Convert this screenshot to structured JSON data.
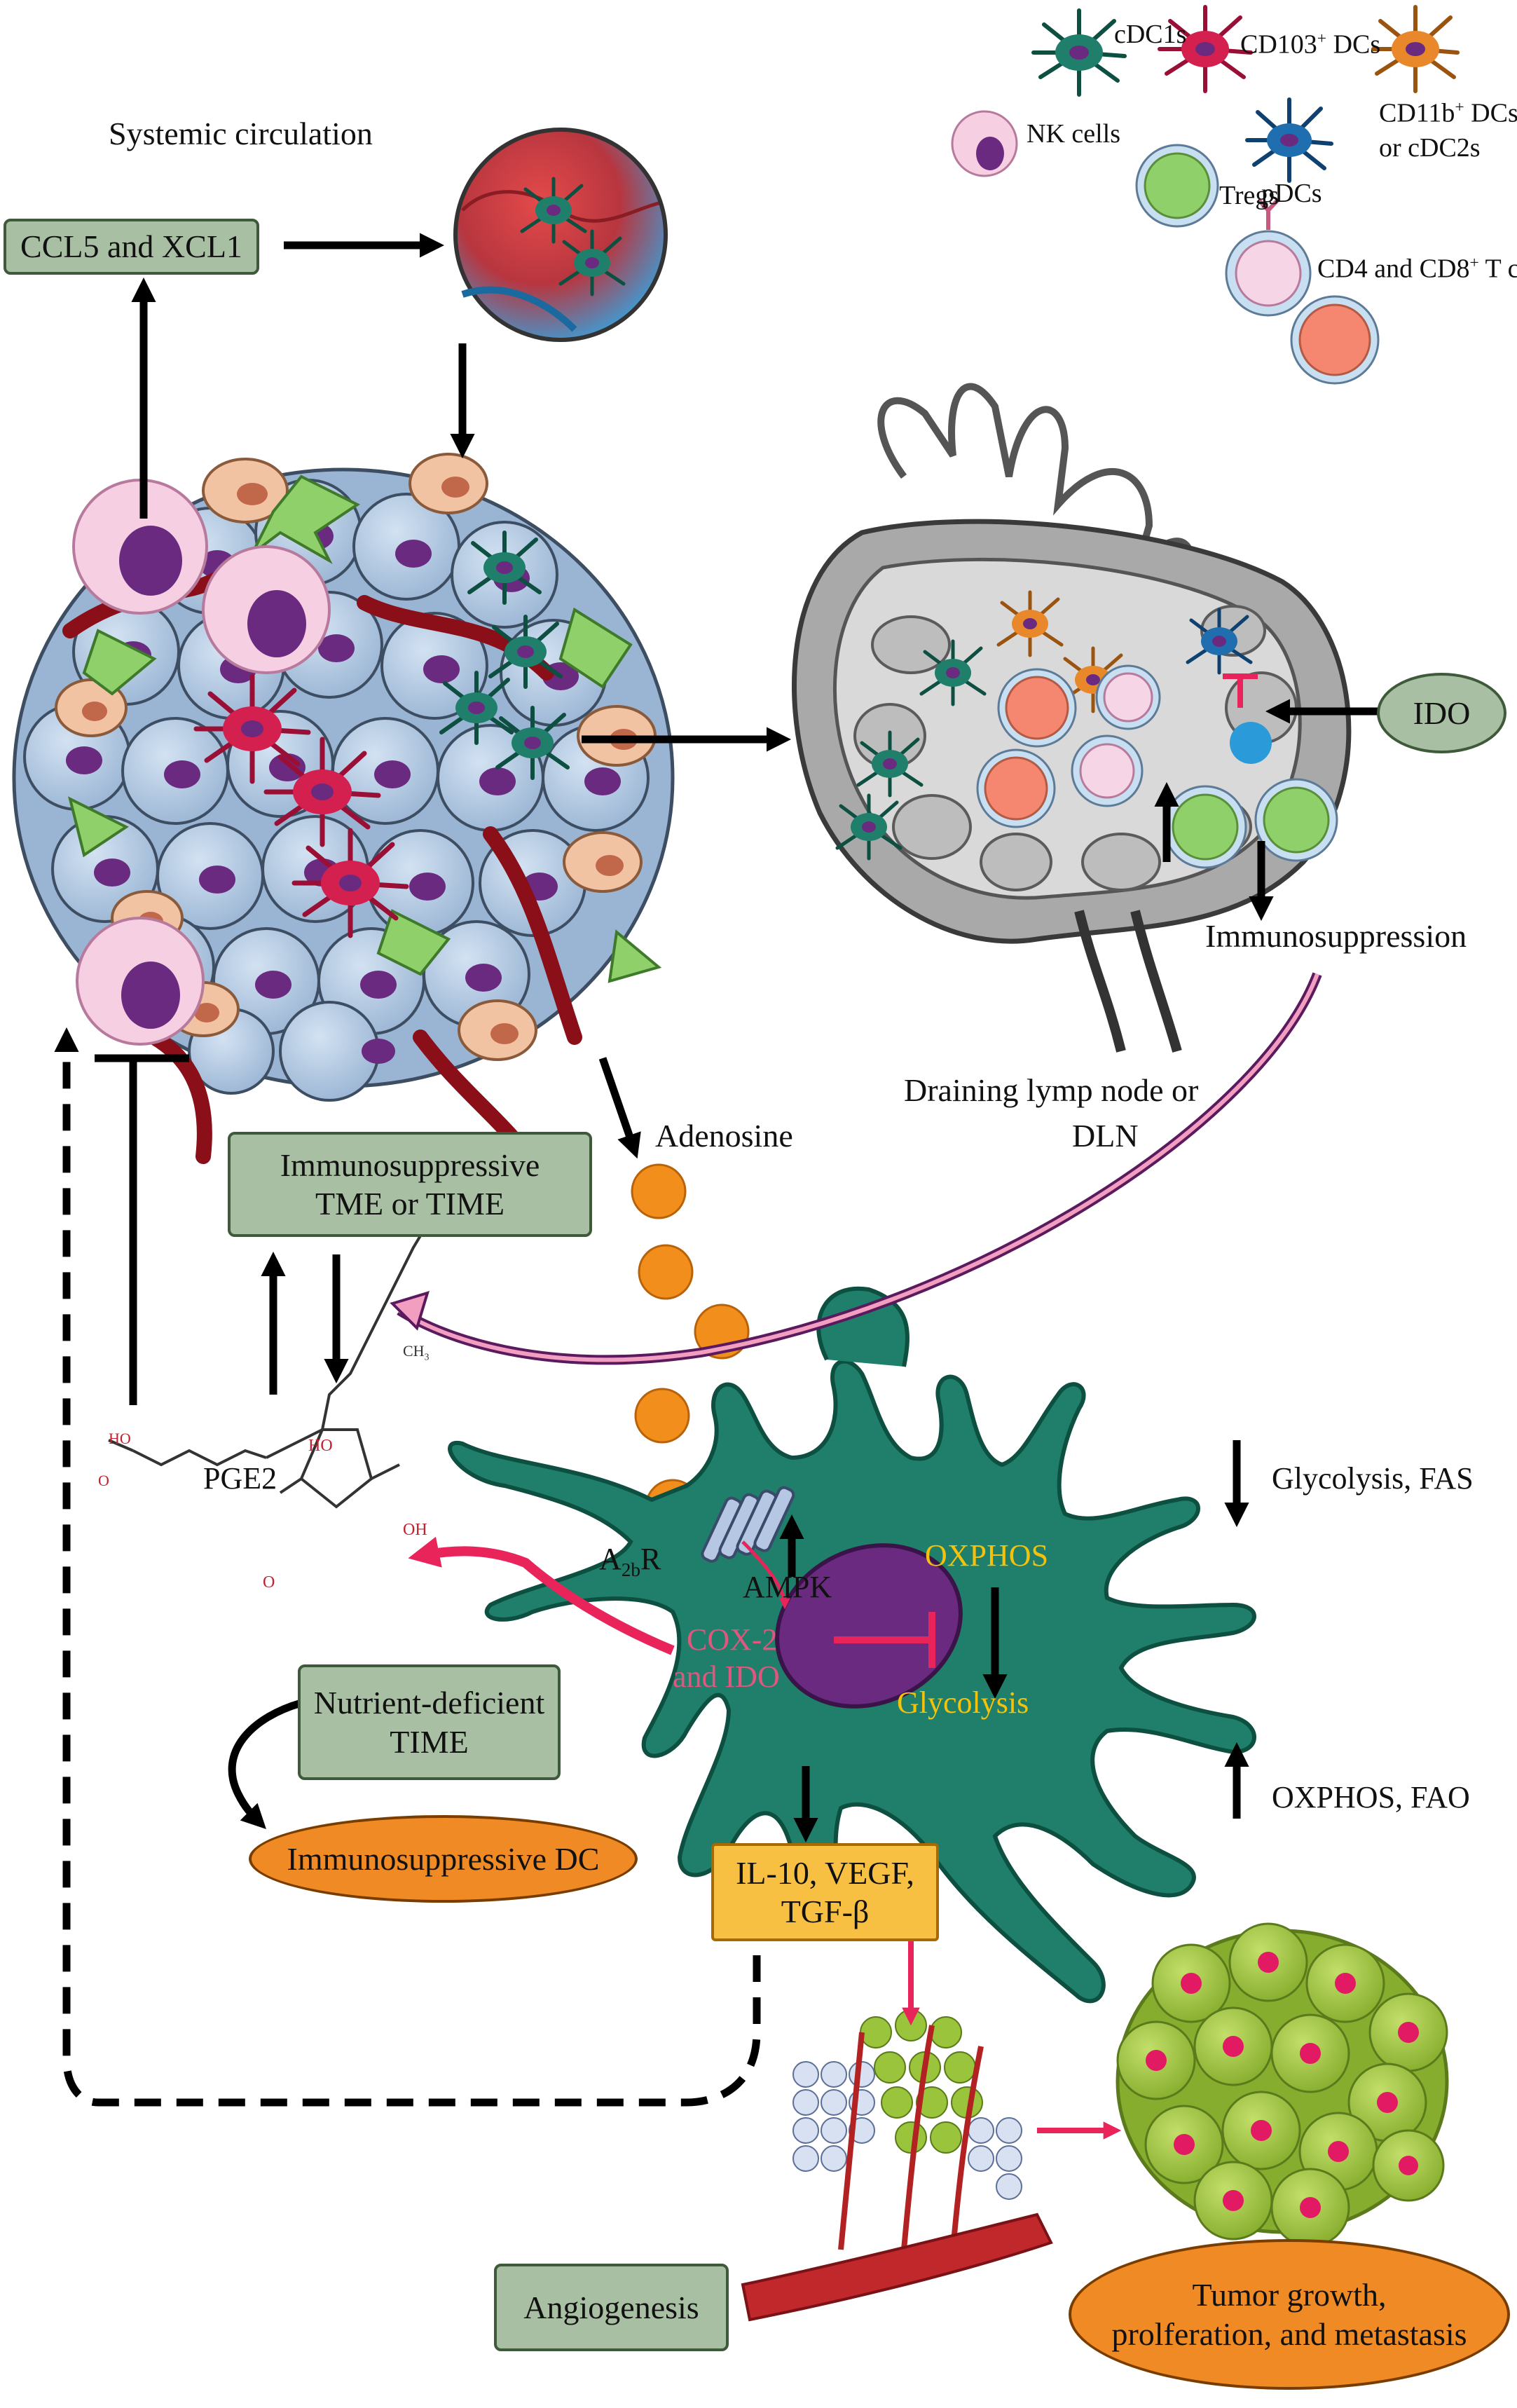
{
  "legend": {
    "cdc1s": "cDC1s",
    "cd103_a": "CD103",
    "cd103_sup": "+",
    "cd103_b": " DCs",
    "cd11b_a": "CD11b",
    "cd11b_sup": "+",
    "cd11b_b": " DCs",
    "cd11b_line2": "or cDC2s",
    "nk": "NK cells",
    "tregs": "Tregs",
    "pdcs": "pDCs",
    "t_a": "CD4 and CD8",
    "t_sup": "+",
    "t_b": " T cells"
  },
  "labels": {
    "systemic": "Systemic circulation",
    "ccl5": "CCL5 and XCL1",
    "ido": "IDO",
    "immunosuppression": "Immunosuppression",
    "dln_line1": "Draining lymp node or",
    "dln_line2": "DLN",
    "adenosine": "Adenosine",
    "time_line1": "Immunosuppressive",
    "time_line2": "TME or TIME",
    "pge2": "PGE2",
    "a2br_a": "A",
    "a2br_sub": "2b",
    "a2br_b": "R",
    "ampk": "AMPK",
    "oxphos": "OXPHOS",
    "cox2_line1": "COX-2",
    "cox2_line2": "and IDO",
    "glycolysis": "Glycolysis",
    "glyco_fas": "Glycolysis, FAS",
    "oxphos_fao": "OXPHOS, FAO",
    "nutrient_line1": "Nutrient-deficient",
    "nutrient_line2": "TIME",
    "imm_dc": "Immunosuppressive DC",
    "cyt_line1": "IL-10, VEGF,",
    "cyt_line2": "TGF-β",
    "angiogenesis": "Angiogenesis",
    "tumor_line1": "Tumor growth,",
    "tumor_line2": "prolferation, and metastasis",
    "chem_ch3": "CH",
    "chem_ch3_sub": "3",
    "chem_ho": "HO",
    "chem_oh": "OH",
    "chem_ho2": "HO",
    "chem_o": "O",
    "chem_o2": "O"
  },
  "colors": {
    "dc_green": "#1f7f6a",
    "dc_green_dark": "#0d4f40",
    "cd103_red": "#d4204f",
    "cd11b_orange": "#e8882b",
    "pdc_blue": "#1f6fb0",
    "treg_green": "#8fd06b",
    "t_salmon": "#f58770",
    "tumor_blue": "#b5cbe3",
    "purple_nucleus": "#6a2a80",
    "adenosine_orange": "#f28e1c",
    "arrow_pink": "#e8245a",
    "tumor_green": "#9ac43c"
  }
}
